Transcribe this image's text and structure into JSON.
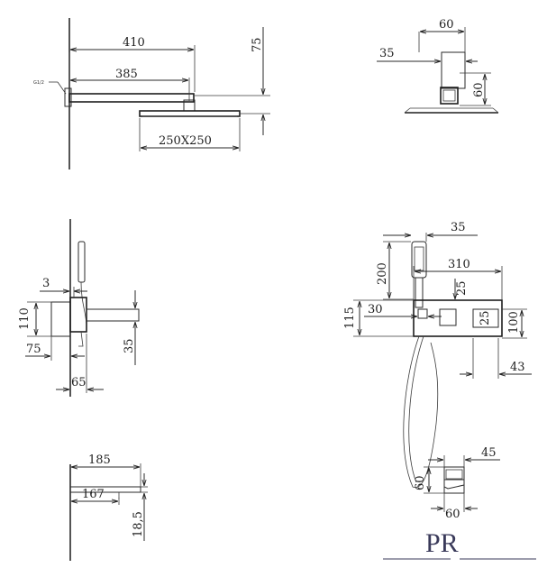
{
  "view_top_left": {
    "d410": "410",
    "d385": "385",
    "d75": "75",
    "head": "250X250",
    "thread": "G1/2"
  },
  "view_top_right": {
    "d60_top": "60",
    "d35": "35",
    "d60_side": "60"
  },
  "view_mid_left": {
    "d3": "3",
    "d110": "110",
    "d75": "75",
    "d35": "35",
    "d65": "65"
  },
  "view_mid_right": {
    "d35": "35",
    "d200": "200",
    "d310": "310",
    "d25a": "25",
    "d115": "115",
    "d30": "30",
    "d25b": "25",
    "d100": "100",
    "d43": "43"
  },
  "view_bottom_left": {
    "d185": "185",
    "d167": "167",
    "d18_5": "18,5"
  },
  "view_bottom_right": {
    "d45": "45",
    "d60_side": "60",
    "d60_bottom": "60"
  },
  "brand": {
    "logo_text": "PR"
  }
}
